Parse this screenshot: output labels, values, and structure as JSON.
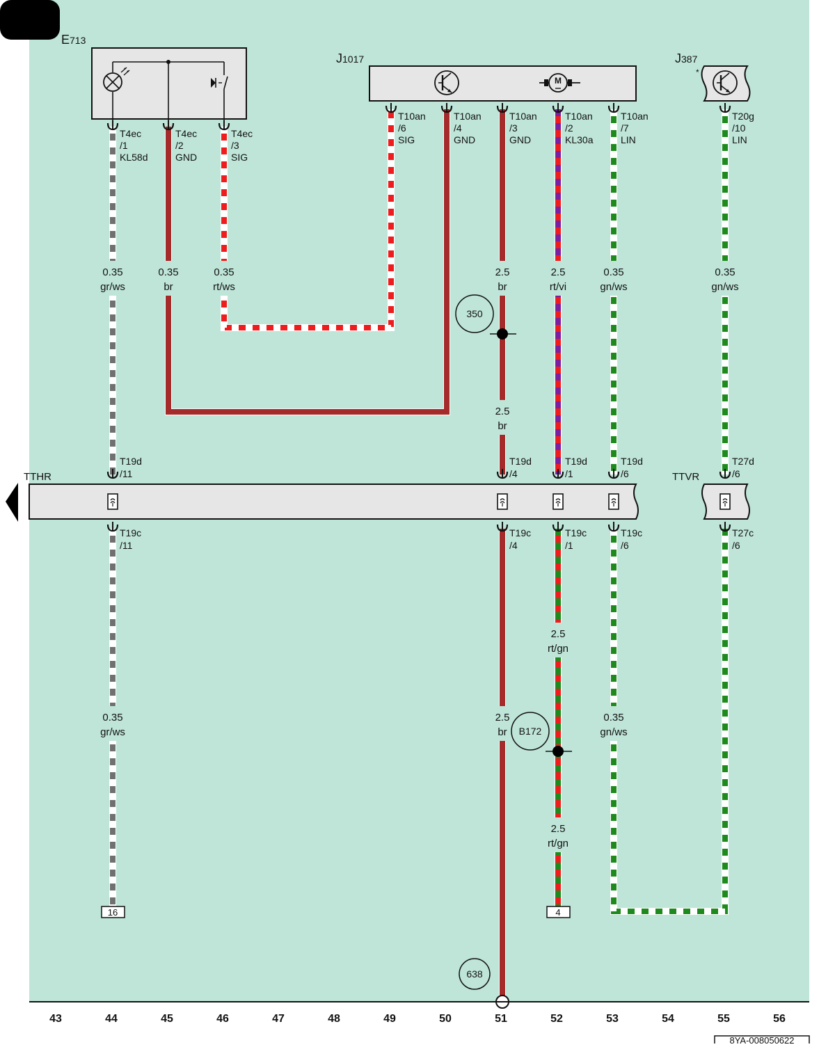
{
  "page": {
    "background_color": "#bfe5d8",
    "doc_id": "8YA-008050622",
    "columns": [
      "43",
      "44",
      "45",
      "46",
      "47",
      "48",
      "49",
      "50",
      "51",
      "52",
      "53",
      "54",
      "55",
      "56"
    ]
  },
  "colors": {
    "br": "#a52a2a",
    "rt": "#ee1c1c",
    "vi": "#7a1fa0",
    "gn": "#1e8a1e",
    "gr": "#707070",
    "ws": "#ffffff",
    "housing_fill": "#e6e6e6"
  },
  "components": {
    "e713": {
      "label_main": "E",
      "label_sub": "713"
    },
    "j1017": {
      "label_main": "J",
      "label_sub": "1017"
    },
    "j387": {
      "label_main": "J",
      "label_sub": "387",
      "asterisk": "*"
    },
    "tthr": {
      "label": "TTHR"
    },
    "ttvr": {
      "label": "TTVR"
    },
    "motor": {
      "label": "M"
    }
  },
  "pins": {
    "e713_1": {
      "l1": "T4ec",
      "l2": "/1",
      "l3": "KL58d"
    },
    "e713_2": {
      "l1": "T4ec",
      "l2": "/2",
      "l3": "GND"
    },
    "e713_3": {
      "l1": "T4ec",
      "l2": "/3",
      "l3": "SIG"
    },
    "j1017_6": {
      "l1": "T10an",
      "l2": "/6",
      "l3": "SIG"
    },
    "j1017_4": {
      "l1": "T10an",
      "l2": "/4",
      "l3": "GND"
    },
    "j1017_3": {
      "l1": "T10an",
      "l2": "/3",
      "l3": "GND"
    },
    "j1017_2": {
      "l1": "T10an",
      "l2": "/2",
      "l3": "KL30a"
    },
    "j1017_7": {
      "l1": "T10an",
      "l2": "/7",
      "l3": "LIN"
    },
    "j387_10": {
      "l1": "T20g",
      "l2": "/10",
      "l3": "LIN"
    },
    "t19d_11": {
      "l1": "T19d",
      "l2": "/11"
    },
    "t19d_4": {
      "l1": "T19d",
      "l2": "/4"
    },
    "t19d_1": {
      "l1": "T19d",
      "l2": "/1"
    },
    "t19d_6": {
      "l1": "T19d",
      "l2": "/6"
    },
    "t27d_6": {
      "l1": "T27d",
      "l2": "/6"
    },
    "t19c_11": {
      "l1": "T19c",
      "l2": "/11"
    },
    "t19c_4": {
      "l1": "T19c",
      "l2": "/4"
    },
    "t19c_1": {
      "l1": "T19c",
      "l2": "/1"
    },
    "t19c_6": {
      "l1": "T19c",
      "l2": "/6"
    },
    "t27c_6": {
      "l1": "T27c",
      "l2": "/6"
    }
  },
  "wires": {
    "w44a": {
      "size": "0.35",
      "color": "gr/ws"
    },
    "w45": {
      "size": "0.35",
      "color": "br"
    },
    "w46": {
      "size": "0.35",
      "color": "rt/ws"
    },
    "w51a": {
      "size": "2.5",
      "color": "br"
    },
    "w51b": {
      "size": "2.5",
      "color": "br"
    },
    "w52a": {
      "size": "2.5",
      "color": "rt/vi"
    },
    "w53a": {
      "size": "0.35",
      "color": "gn/ws"
    },
    "w55a": {
      "size": "0.35",
      "color": "gn/ws"
    },
    "w44b": {
      "size": "0.35",
      "color": "gr/ws"
    },
    "w51c": {
      "size": "2.5",
      "color": "br"
    },
    "w52b": {
      "size": "2.5",
      "color": "rt/gn"
    },
    "w52c": {
      "size": "2.5",
      "color": "rt/gn"
    },
    "w53b": {
      "size": "0.35",
      "color": "gn/ws"
    }
  },
  "references": {
    "c350": "350",
    "b172": "B172",
    "c638": "638",
    "box16": "16",
    "box4": "4"
  }
}
